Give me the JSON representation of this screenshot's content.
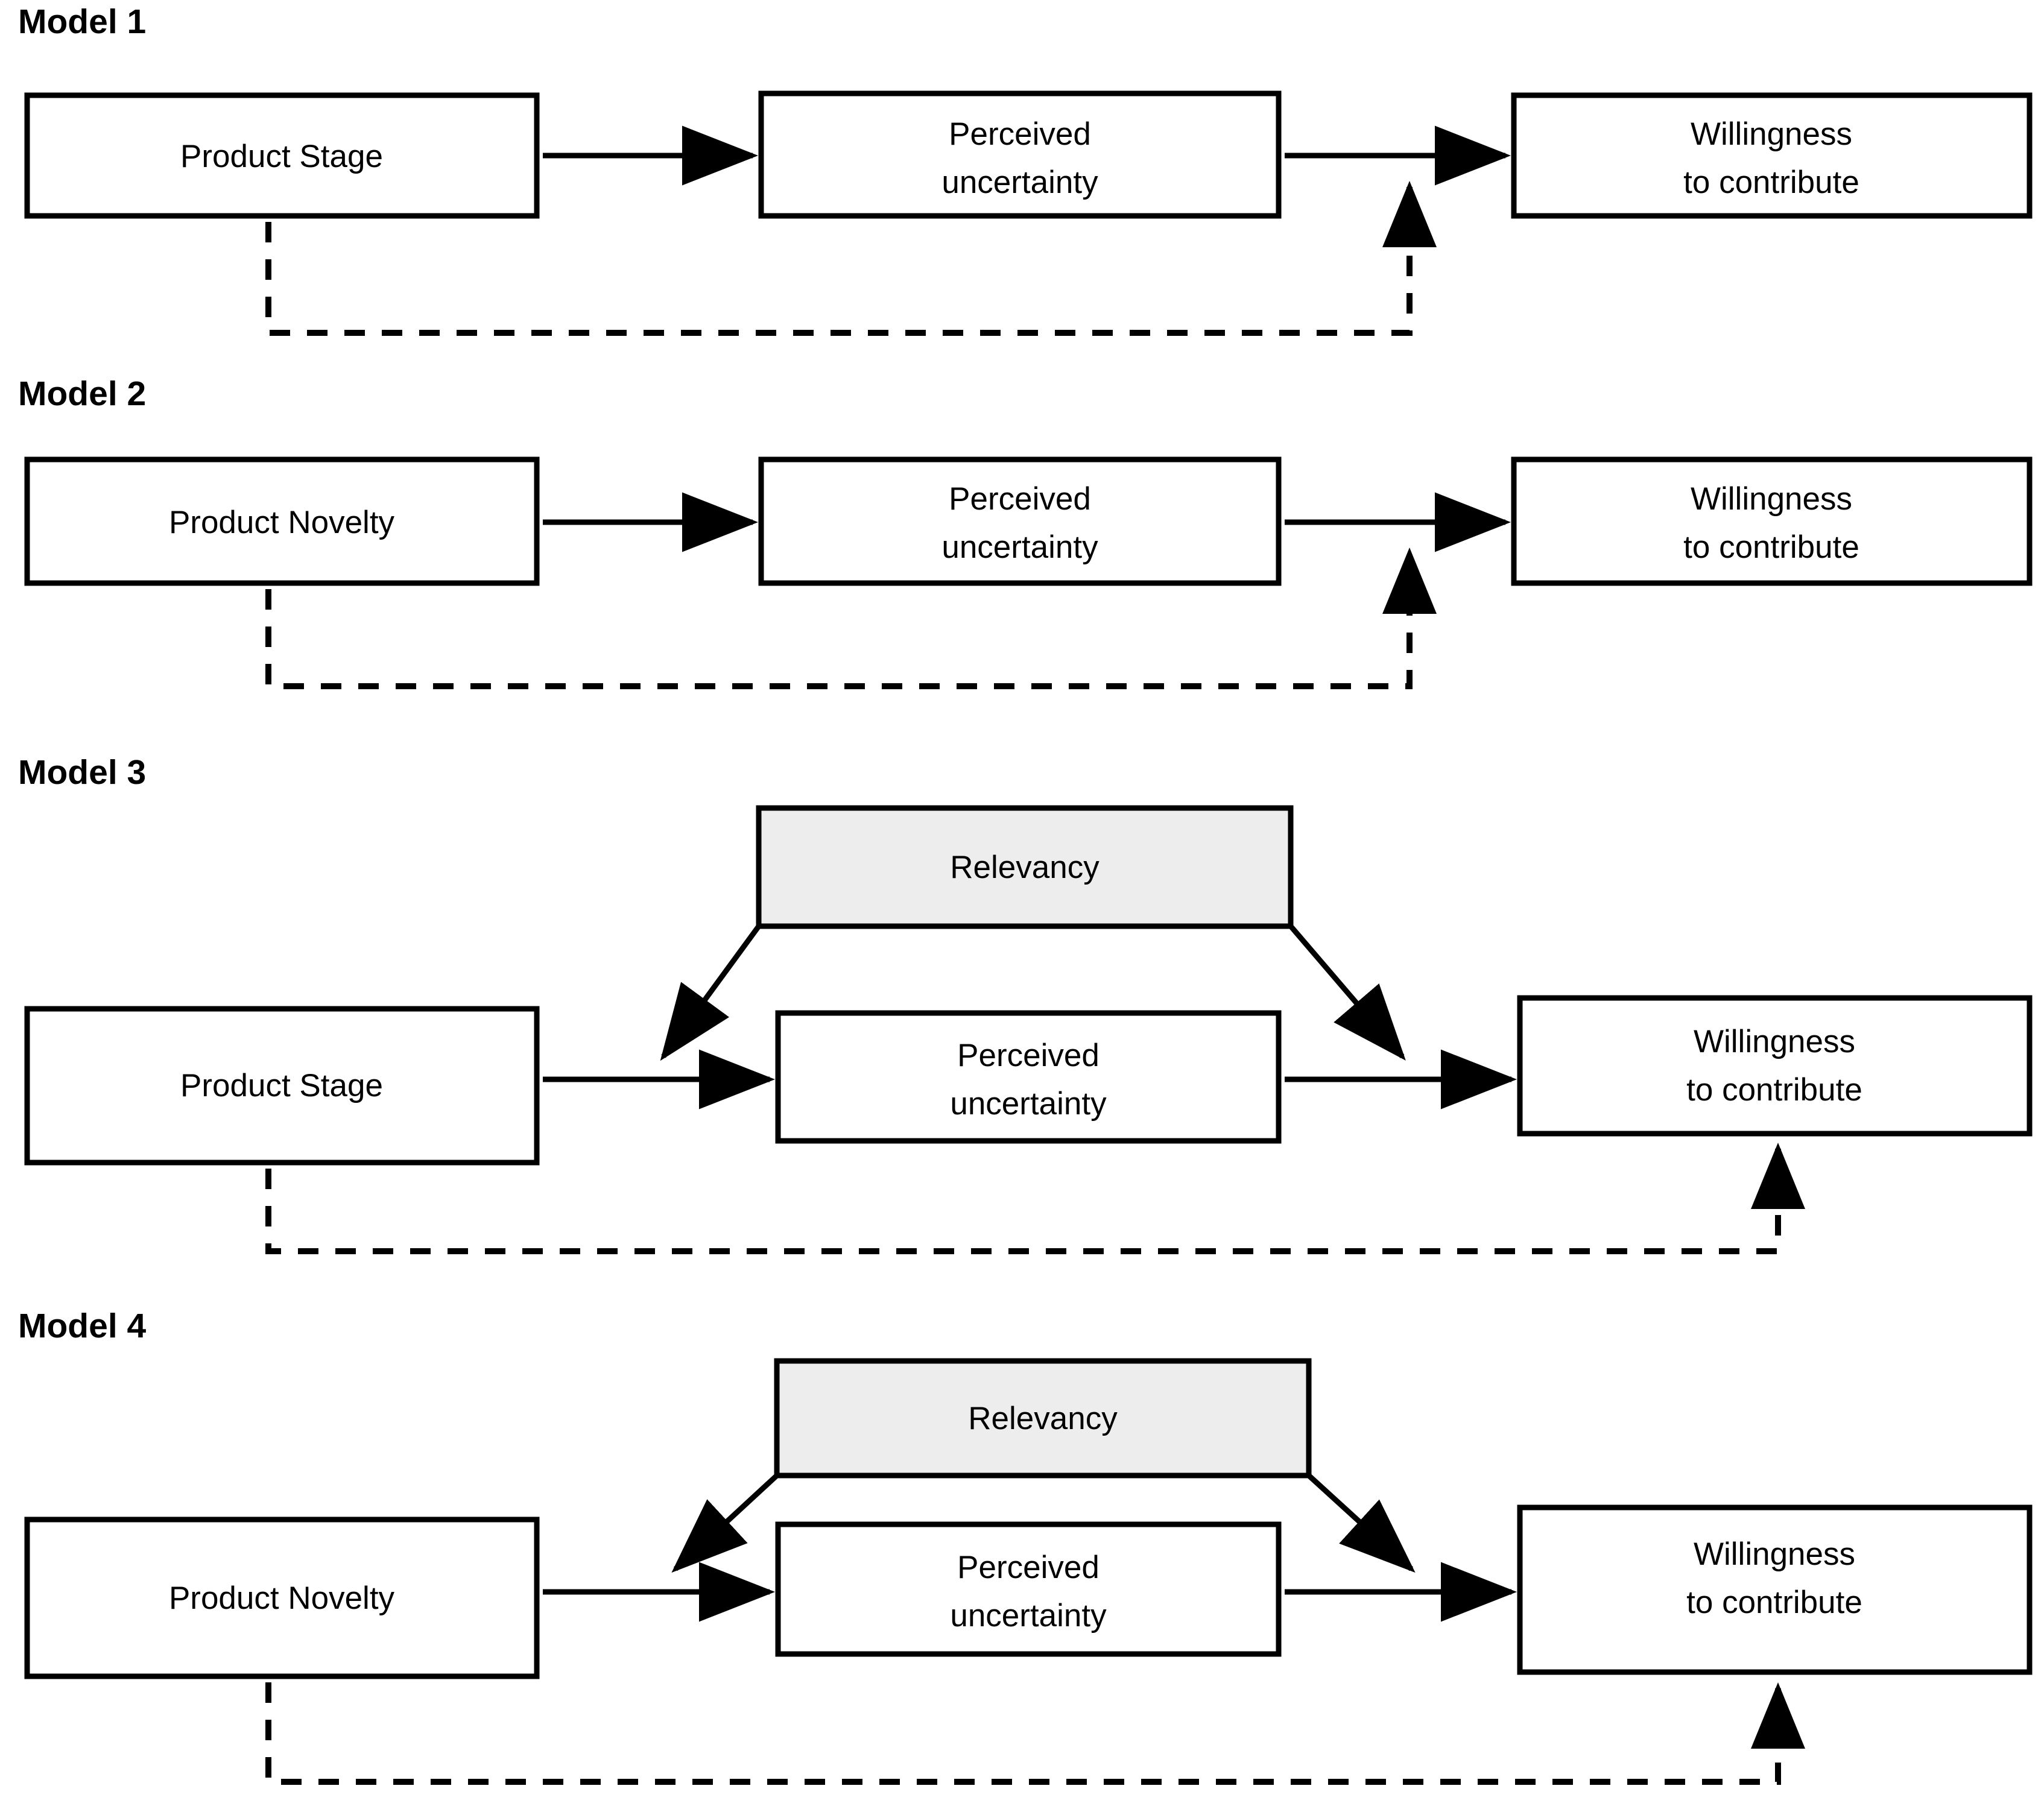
{
  "figure": {
    "type": "conceptual-model-diagram",
    "panel_count": 4,
    "background_color": "#ffffff",
    "line_color": "#000000",
    "moderator_fill_color": "#ededed"
  },
  "models": [
    {
      "id": "model-1",
      "title": "Model 1",
      "nodes": {
        "predictor": "Product Stage",
        "mediator_line1": "Perceived",
        "mediator_line2": "uncertainty",
        "outcome_line1": "Willingness",
        "outcome_line2": "to contribute"
      },
      "has_moderator": false,
      "edges": [
        {
          "name": "predictor-to-mediator",
          "style": "solid",
          "label": ""
        },
        {
          "name": "mediator-to-outcome",
          "style": "solid",
          "label": ""
        },
        {
          "name": "predictor-to-mediator-outcome-path",
          "style": "dashed",
          "label": ""
        }
      ]
    },
    {
      "id": "model-2",
      "title": "Model 2",
      "nodes": {
        "predictor": "Product Novelty",
        "mediator_line1": "Perceived",
        "mediator_line2": "uncertainty",
        "outcome_line1": "Willingness",
        "outcome_line2": "to contribute"
      },
      "has_moderator": false,
      "edges": [
        {
          "name": "predictor-to-mediator",
          "style": "solid",
          "label": ""
        },
        {
          "name": "mediator-to-outcome",
          "style": "solid",
          "label": ""
        },
        {
          "name": "predictor-to-mediator-outcome-path",
          "style": "dashed",
          "label": ""
        }
      ]
    },
    {
      "id": "model-3",
      "title": "Model 3",
      "nodes": {
        "predictor": "Product Stage",
        "moderator": "Relevancy",
        "mediator_line1": "Perceived",
        "mediator_line2": "uncertainty",
        "outcome_line1": "Willingness",
        "outcome_line2": "to contribute"
      },
      "has_moderator": true,
      "edges": [
        {
          "name": "predictor-to-mediator",
          "style": "solid",
          "label": ""
        },
        {
          "name": "mediator-to-outcome",
          "style": "solid",
          "label": ""
        },
        {
          "name": "moderator-to-predictor-mediator-path",
          "style": "solid",
          "label": ""
        },
        {
          "name": "moderator-to-mediator-outcome-path",
          "style": "solid",
          "label": ""
        },
        {
          "name": "predictor-to-outcome-direct",
          "style": "dashed",
          "label": ""
        }
      ]
    },
    {
      "id": "model-4",
      "title": "Model 4",
      "nodes": {
        "predictor": "Product Novelty",
        "moderator": "Relevancy",
        "mediator_line1": "Perceived",
        "mediator_line2": "uncertainty",
        "outcome_line1": "Willingness",
        "outcome_line2": "to contribute"
      },
      "has_moderator": true,
      "edges": [
        {
          "name": "predictor-to-mediator",
          "style": "solid",
          "label": ""
        },
        {
          "name": "mediator-to-outcome",
          "style": "solid",
          "label": ""
        },
        {
          "name": "moderator-to-predictor-mediator-path",
          "style": "solid",
          "label": ""
        },
        {
          "name": "moderator-to-mediator-outcome-path",
          "style": "solid",
          "label": ""
        },
        {
          "name": "predictor-to-outcome-direct",
          "style": "dashed",
          "label": ""
        }
      ]
    }
  ]
}
